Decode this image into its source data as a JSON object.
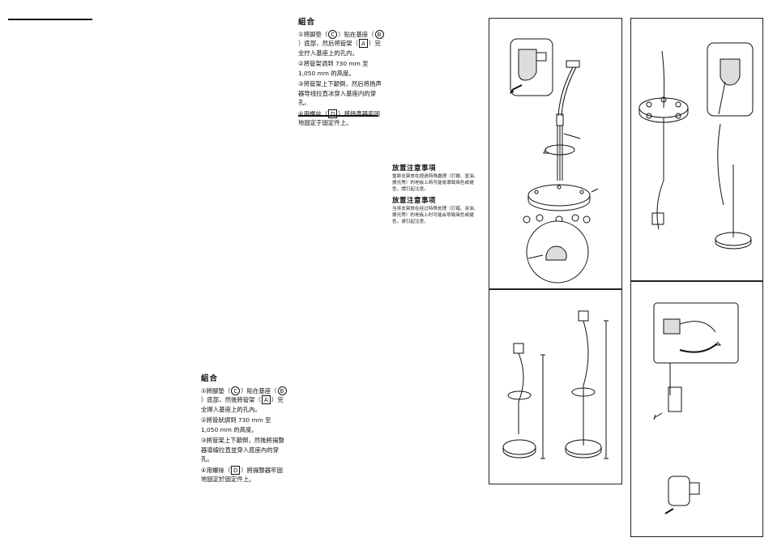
{
  "assembly_simplified": {
    "heading": "組合",
    "step1": {
      "num": "①",
      "pre": "将脚垫（",
      "part_c": "C",
      "mid": "）贴在基座（",
      "part_b": "B",
      "mid2": "）底部，然后将管架（",
      "part_a": "A",
      "post": "）完全拧入基座上的孔内。"
    },
    "step2": {
      "num": "②",
      "text": "将管架调到 730 mm 至 1,050 mm 的高度。"
    },
    "step3": {
      "num": "③",
      "text": "将管架上下颠倒，然后将扬声器导线拉直冰穿入基座内的穿孔。"
    },
    "step4": {
      "num": "④",
      "pre": "用螺丝（",
      "part_d": "D",
      "post": "）将扬声器牢固地固定于固定件上。"
    }
  },
  "assembly_traditional": {
    "heading": "組合",
    "step1": {
      "num": "①",
      "pre": "將腳墊（",
      "part_c": "C",
      "mid": "）貼在基座（",
      "part_b": "B",
      "mid2": "）底部，然後將管架（",
      "part_a": "A",
      "post": "）完全擰入基座上的孔內。"
    },
    "step2": {
      "num": "②",
      "text": "將管狀調到 730 mm 至 1,050 mm 的高度。"
    },
    "step3": {
      "num": "③",
      "text": "將管架上下顛倒，然後將揚聲器導線拉直並穿入底座內的穿孔。"
    },
    "step4": {
      "num": "④",
      "pre": "用螺絲（",
      "part_d": "D",
      "post": "）將揚聲器牢固地固定於固定件上。"
    }
  },
  "placement_traditional": {
    "heading": "放置注意事項",
    "body": "當將支架放在經過特殊處理（打蠟、塗油、擦光等）的地板上時可能會導致染色或褪色，請引起注意。"
  },
  "placement_simplified": {
    "heading": "放置注意事项",
    "body": "当将支架放在经过特殊处理（打蜡、涂油、擦光等）的地板上时可能会导致染色或褪色，请引起注意。"
  }
}
